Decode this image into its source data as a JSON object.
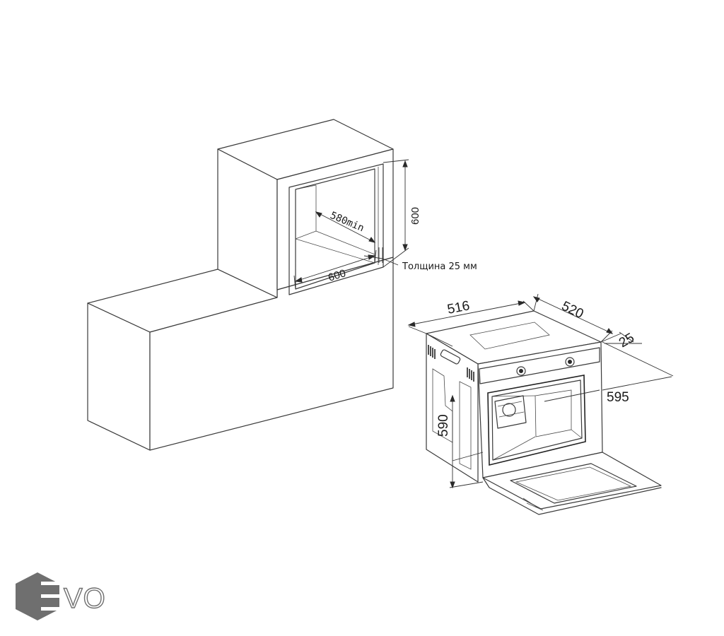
{
  "cabinet": {
    "height_label": "600",
    "width_label": "600",
    "depth_label": "580min",
    "thickness_note": "Толщина 25 мм"
  },
  "oven": {
    "depth_label": "516",
    "side_depth_label": "520",
    "front_panel_label": "25",
    "width_label": "595",
    "height_label": "590"
  },
  "logo": {
    "text": "VO",
    "color": "#6f6f6f"
  }
}
